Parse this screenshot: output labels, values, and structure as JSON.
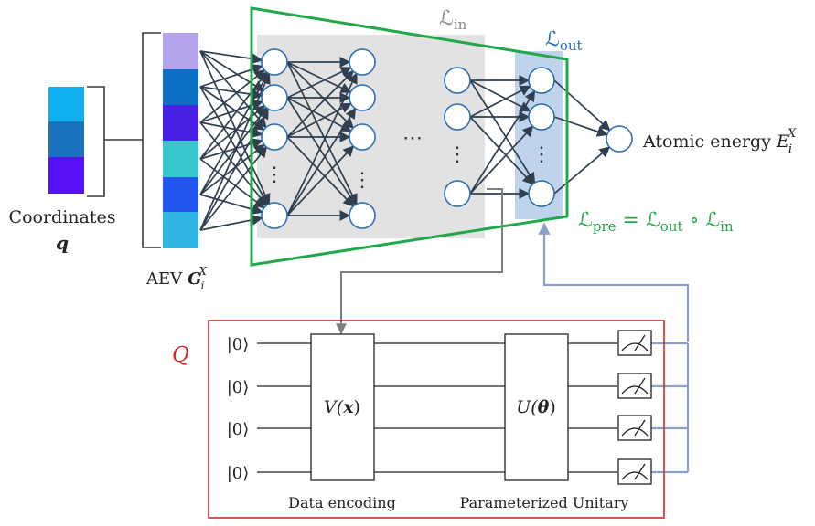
{
  "input": {
    "coordinates_label": "Coordinates",
    "coordinates_symbol": "q",
    "coordinate_colors": [
      "#12aff0",
      "#1b72bf",
      "#5711f5"
    ]
  },
  "aev": {
    "label_prefix": "AEV",
    "symbol": "G",
    "subscript": "i",
    "superscript": "X",
    "colors": [
      "#b4a2ea",
      "#0b6fc4",
      "#4a1fe6",
      "#37c7cc",
      "#2257f1",
      "#2fb6e0"
    ]
  },
  "network": {
    "l_in": {
      "script": "ℒ",
      "sub": "in"
    },
    "l_out": {
      "script": "ℒ",
      "sub": "out"
    },
    "l_pre": {
      "lhs": "ℒ",
      "lhs_sub": "pre",
      "eq": " = ",
      "a": "ℒ",
      "a_sub": "out",
      "op": " ∘ ",
      "b": "ℒ",
      "b_sub": "in"
    },
    "ellipsis": "⋯",
    "vdots": "⋮",
    "output_label": "Atomic energy",
    "output_symbol": "E",
    "output_sub": "i",
    "output_sup": "X"
  },
  "circuit": {
    "label": "Q",
    "ket": "|0⟩",
    "qubits": 4,
    "encoding_gate": {
      "text": "V(",
      "arg": "x",
      "close": ")"
    },
    "unitary_gate": {
      "text": "U(",
      "arg": "θ",
      "close": ")"
    },
    "encoding_caption": "Data encoding",
    "unitary_caption": "Parameterized Unitary"
  },
  "colors": {
    "green": "#21a84a",
    "blue_text": "#1f6fb5",
    "gray_text": "#8a8a8a",
    "red": "#d62828",
    "node_stroke": "#2b6fb3",
    "edge": "#2f3f4f",
    "feedback": "#8aa0c8",
    "gray_link": "#7f7f7f",
    "in_box_fill": "#e2e2e2",
    "out_box_fill": "#bfd3ea"
  }
}
